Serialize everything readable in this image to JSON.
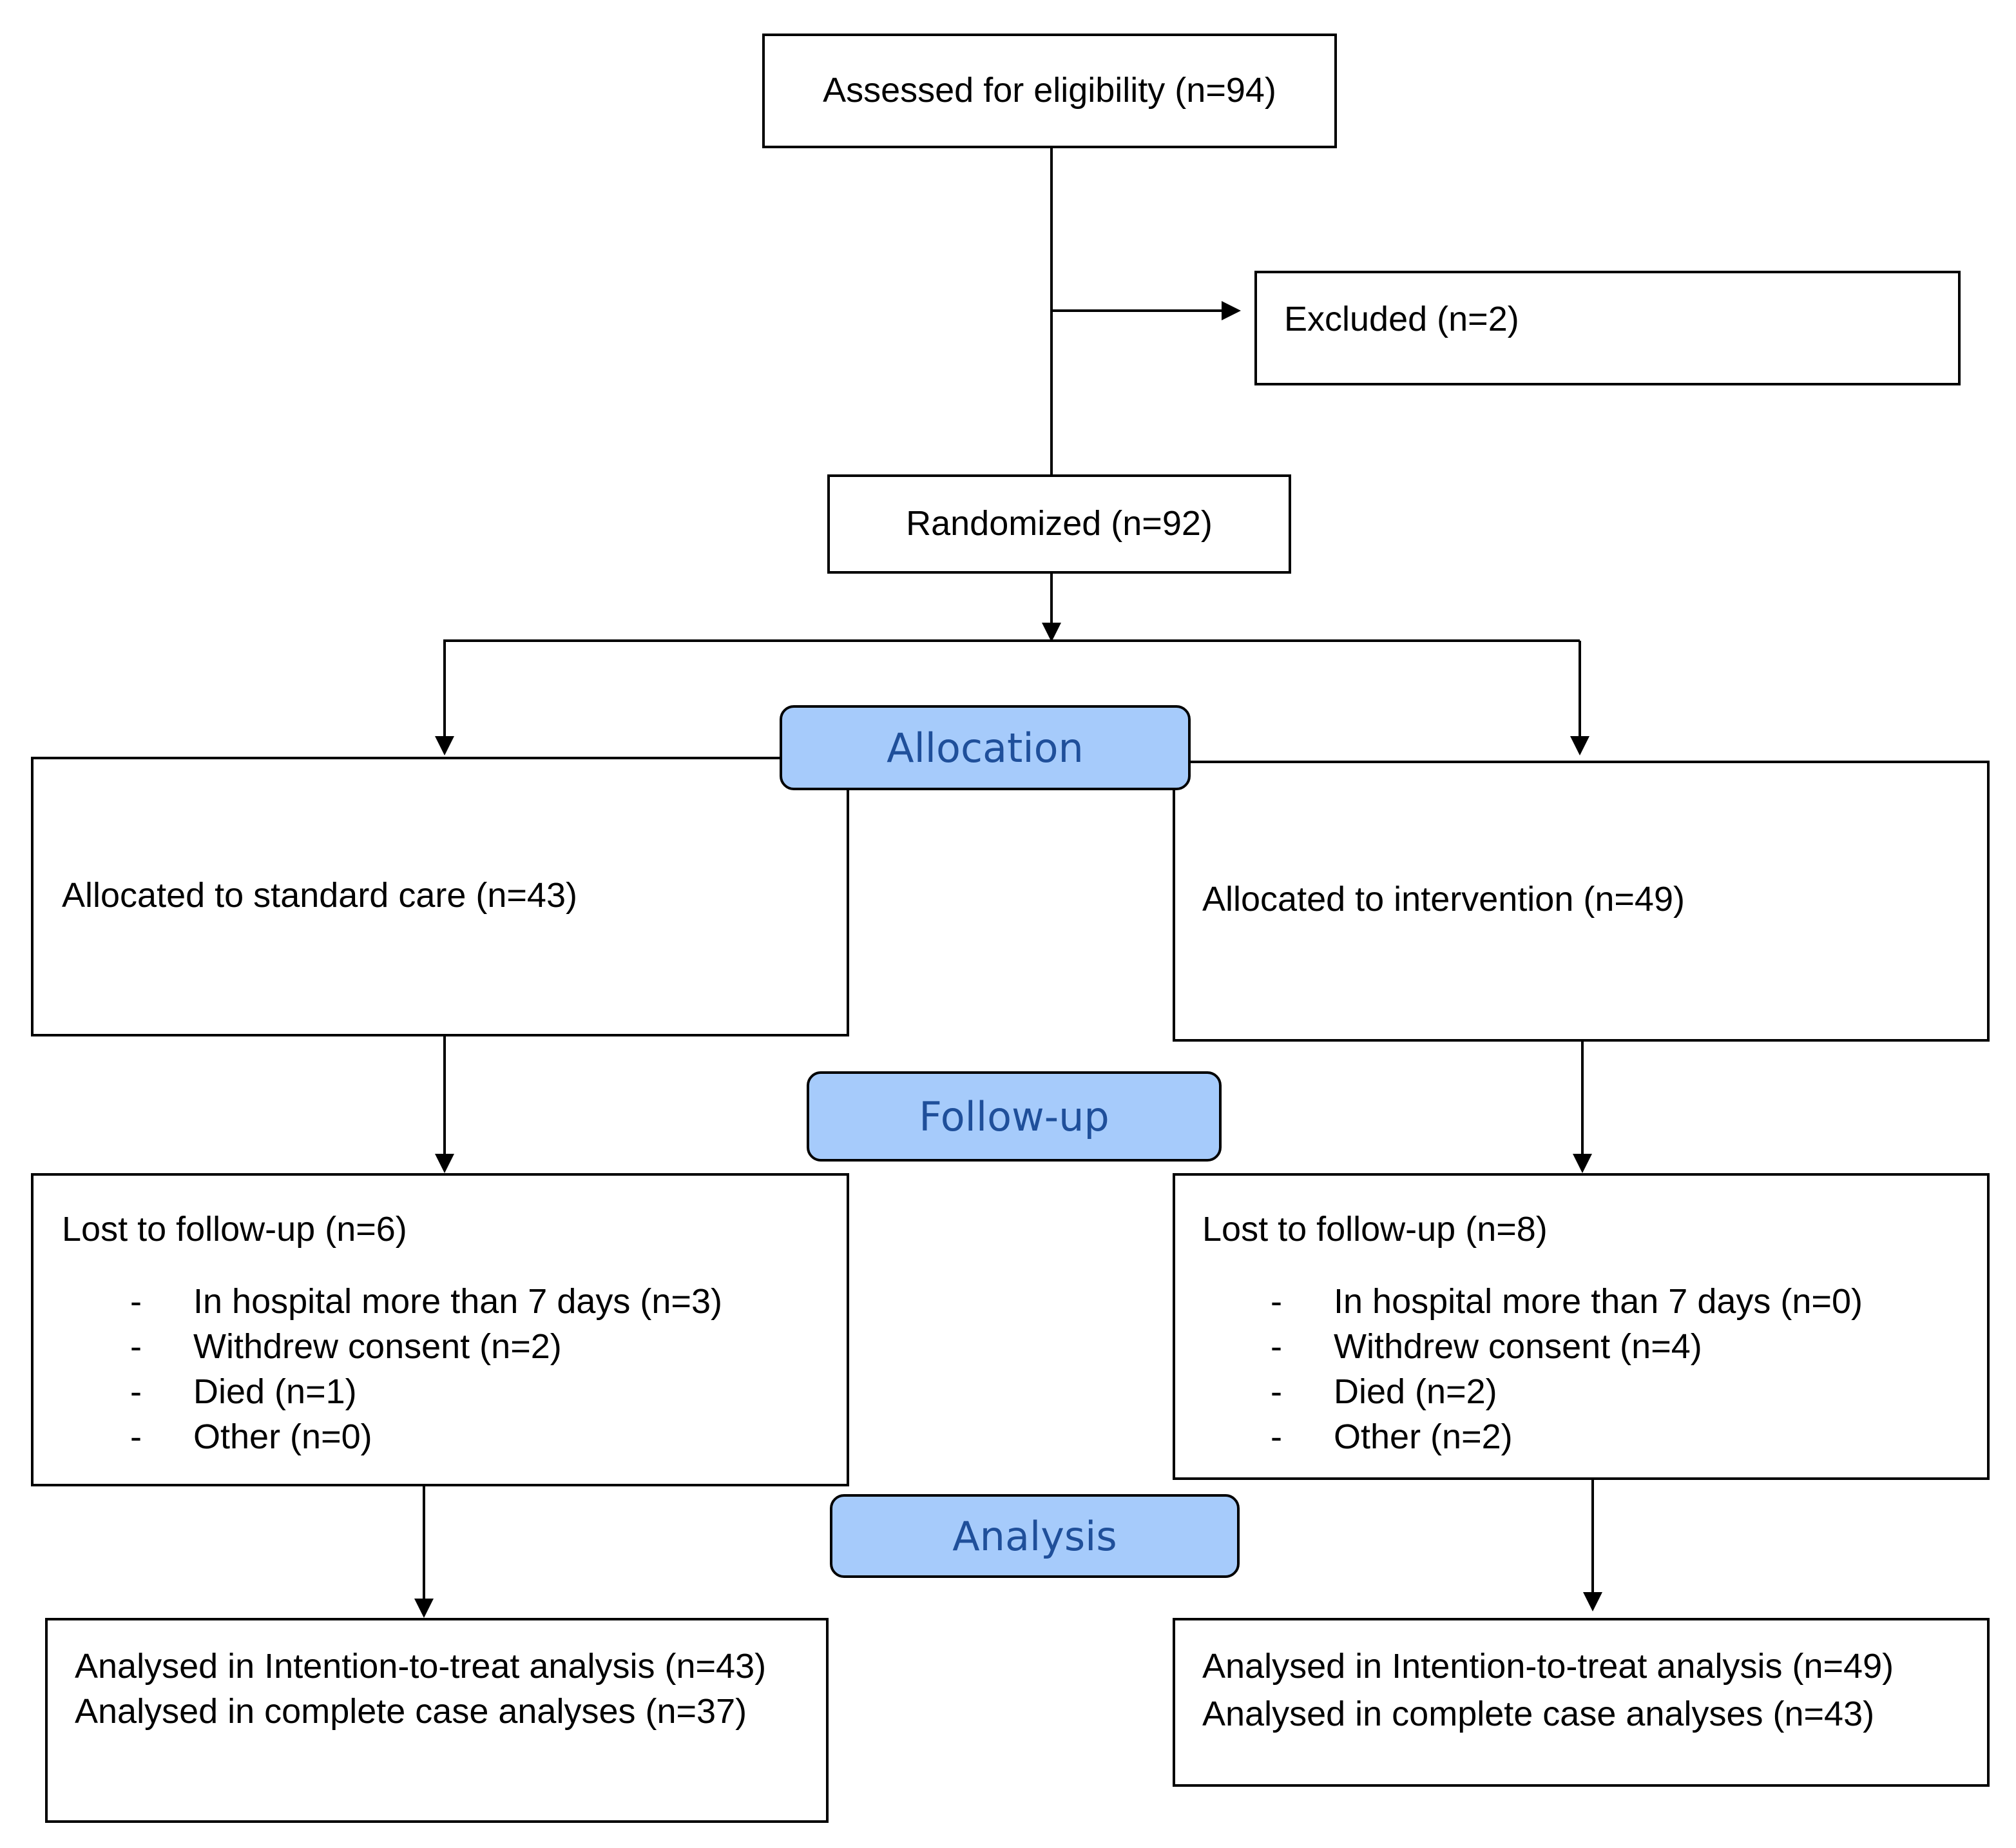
{
  "top": {
    "assessed": "Assessed for eligibility (n=94)",
    "excluded": "Excluded (n=2)",
    "randomized": "Randomized (n=92)"
  },
  "stages": {
    "allocation": "Allocation",
    "follow_up": "Follow-up",
    "analysis": "Analysis"
  },
  "standard_care": {
    "allocated": "Allocated to standard care (n=43)",
    "lost": "Lost to follow-up (n=6)",
    "reasons": [
      "In hospital more than 7 days (n=3)",
      "Withdrew consent (n=2)",
      "Died (n=1)",
      "Other (n=0)"
    ],
    "itt": "Analysed in Intention-to-treat analysis (n=43)",
    "complete_case": "Analysed in complete case analyses (n=37)"
  },
  "intervention": {
    "allocated": "Allocated to intervention (n=49)",
    "lost": "Lost to follow-up (n=8)",
    "reasons": [
      "In hospital more than 7 days (n=0)",
      "Withdrew consent (n=4)",
      "Died (n=2)",
      "Other (n=2)"
    ],
    "itt": "Analysed in Intention-to-treat analysis (n=49)",
    "complete_case": "Analysed in complete case analyses (n=43)"
  },
  "bullet": "-"
}
